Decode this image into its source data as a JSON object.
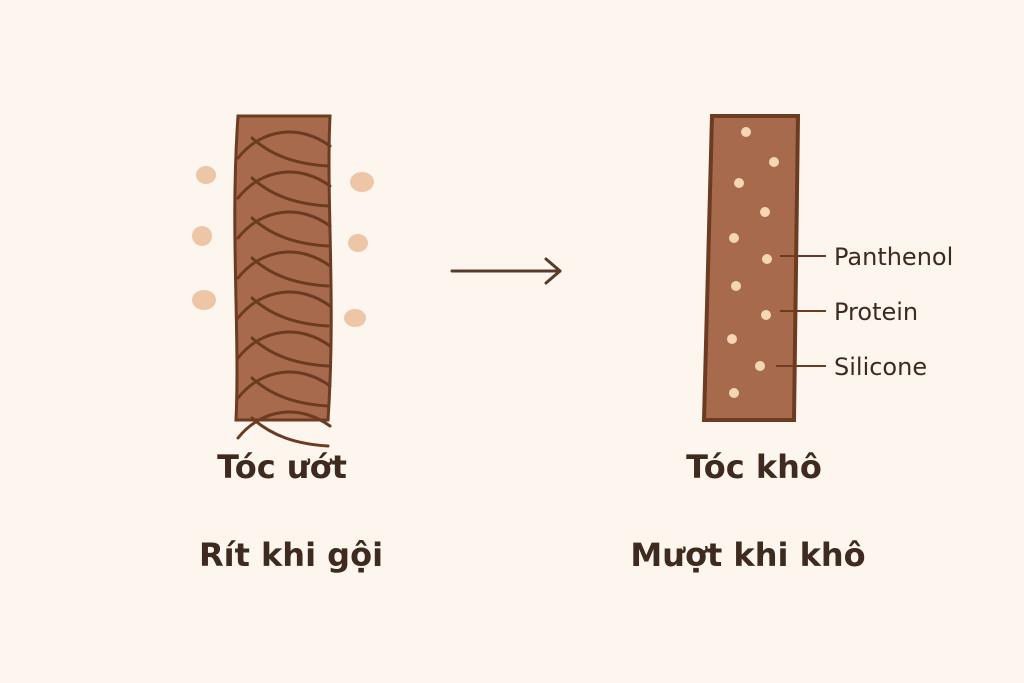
{
  "colors": {
    "background": "#fcf6ee",
    "strand_fill": "#a86a4c",
    "strand_outline": "#6b3b22",
    "particle": "#ecc6a6",
    "dot": "#f5d6b5",
    "arrow": "#5a3a2a",
    "text": "#3e2a1f"
  },
  "left_state": {
    "title": "Tóc ướt",
    "description": "Rít khi gội",
    "surface_icon": "raised-cuticle-scales-icon"
  },
  "right_state": {
    "title": "Tóc khô",
    "description": "Mượt khi khô",
    "surface_icon": "smooth-coated-strand-icon"
  },
  "arrow_icon": "right-arrow-icon",
  "ingredients": [
    {
      "label": "Panthenol"
    },
    {
      "label": "Protein"
    },
    {
      "label": "Silicone"
    }
  ]
}
